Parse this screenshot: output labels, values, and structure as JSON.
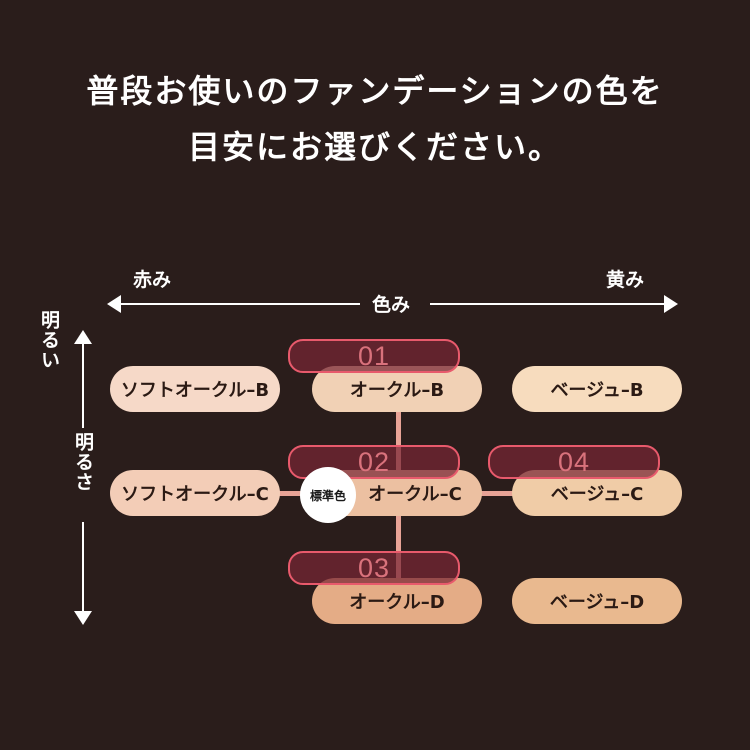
{
  "heading": {
    "line1": "普段お使いのファンデーションの色を",
    "line2": "目安にお選びください。"
  },
  "axes": {
    "left_label": "赤み",
    "right_label": "黄み",
    "center_label": "色み",
    "top_label": "明るい",
    "middle_label": "明るさ"
  },
  "standard_badge": "標準色",
  "shades": {
    "soft_ochre_b": "ソフトオークル–B",
    "ochre_b": "オークル–B",
    "beige_b": "ベージュ–B",
    "soft_ochre_c": "ソフトオークル–C",
    "ochre_c": "オークル–C",
    "beige_c": "ベージュ–C",
    "ochre_d": "オークル–D",
    "beige_d": "ベージュ–D"
  },
  "numbers": {
    "n01": "01",
    "n02": "02",
    "n03": "03",
    "n04": "04"
  },
  "colors": {
    "background": "#2a1d1b",
    "highlight": "#e85a6c",
    "connector": "#e8a396"
  }
}
